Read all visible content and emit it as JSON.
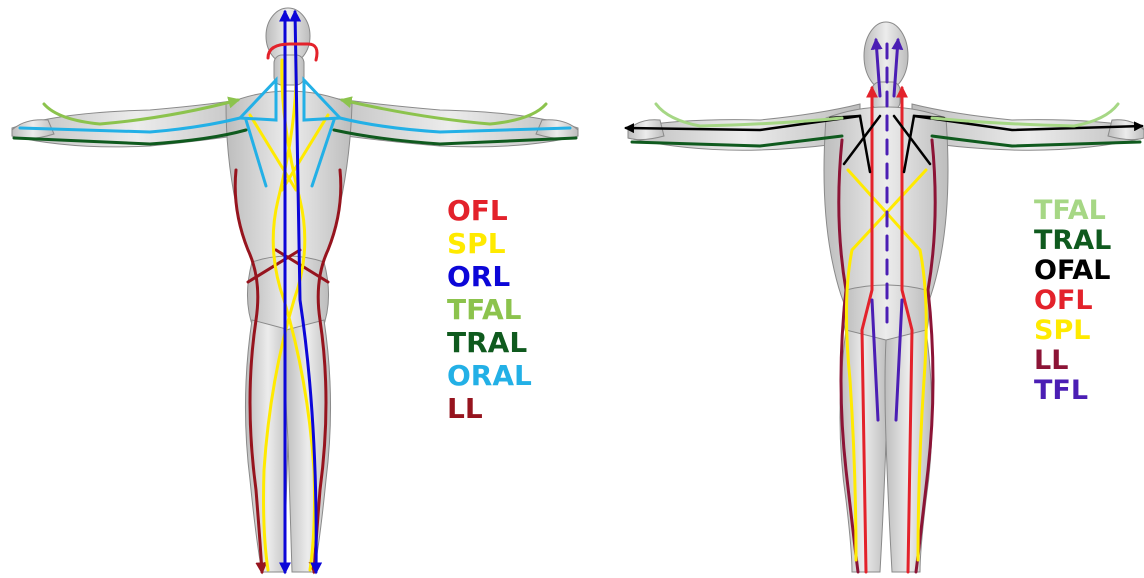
{
  "figure": {
    "views": [
      {
        "id": "back",
        "legend": [
          {
            "label": "OFL",
            "color": "#e3222b"
          },
          {
            "label": "SPL",
            "color": "#ffea00"
          },
          {
            "label": "ORL",
            "color": "#0c06d8"
          },
          {
            "label": "TFAL",
            "color": "#8cc34d"
          },
          {
            "label": "TRAL",
            "color": "#0f5a1e"
          },
          {
            "label": "ORAL",
            "color": "#23b0e6"
          },
          {
            "label": "LL",
            "color": "#96141e"
          }
        ]
      },
      {
        "id": "front",
        "legend": [
          {
            "label": "TFAL",
            "color": "#a6d785"
          },
          {
            "label": "TRAL",
            "color": "#0f5a1e"
          },
          {
            "label": "OFAL",
            "color": "#000000"
          },
          {
            "label": "OFL",
            "color": "#e3222b"
          },
          {
            "label": "SPL",
            "color": "#ffea00"
          },
          {
            "label": "LL",
            "color": "#8c1436"
          },
          {
            "label": "TFL",
            "color": "#4b1eb4"
          }
        ]
      }
    ]
  }
}
